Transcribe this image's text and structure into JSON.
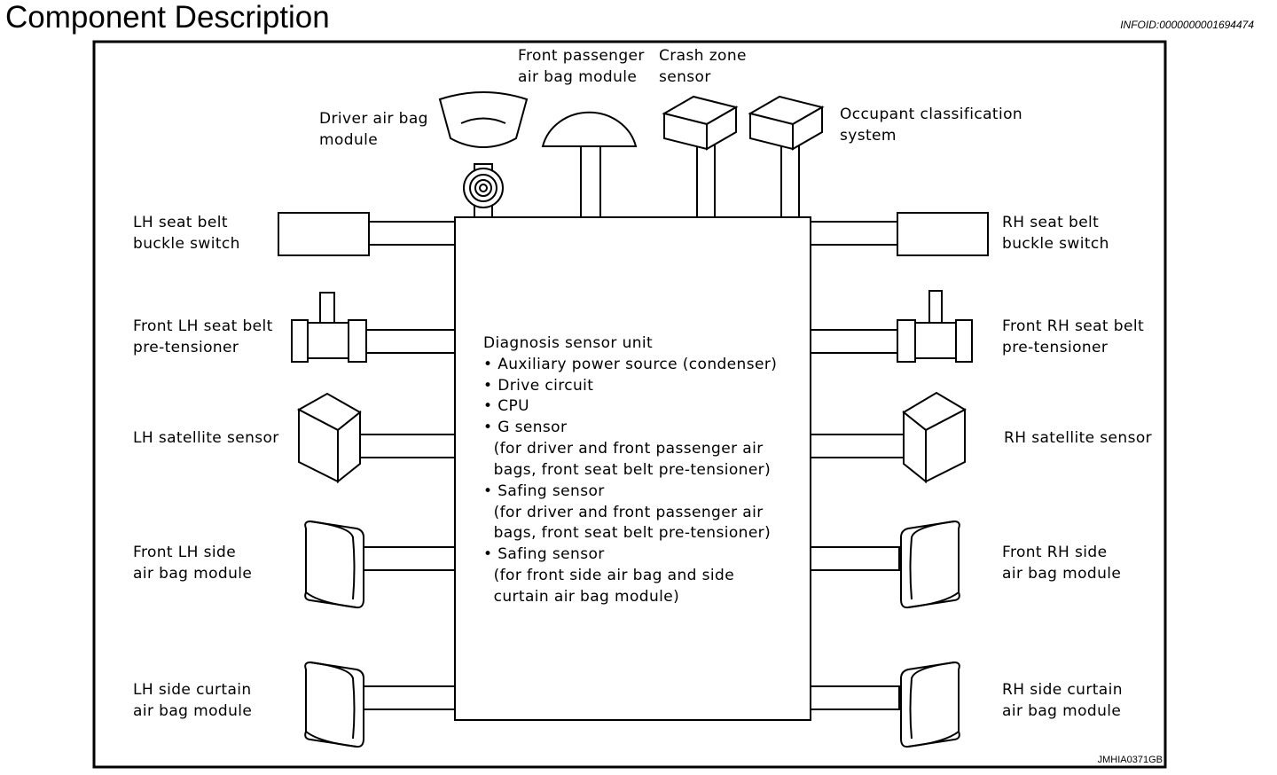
{
  "header": {
    "title": "Component Description",
    "info_id": "INFOID:0000000001694474"
  },
  "diagram": {
    "figure_code": "JMHIA0371GB",
    "center_unit": {
      "title": "Diagnosis sensor unit",
      "lines": [
        "• Auxiliary power source (condenser)",
        "• Drive circuit",
        "• CPU",
        "• G sensor",
        "  (for driver and front passenger air",
        "  bags, front seat belt pre-tensioner)",
        "• Safing sensor",
        "  (for driver and front passenger air",
        "  bags, front seat belt pre-tensioner)",
        "• Safing sensor",
        "  (for front side air bag and side",
        "  curtain air bag module)"
      ]
    },
    "components": {
      "driver_airbag": {
        "line1": "Driver air bag",
        "line2": "module"
      },
      "passenger_airbag": {
        "line1": "Front passenger",
        "line2": "air bag module"
      },
      "crash_zone": {
        "line1": "Crash zone",
        "line2": "sensor"
      },
      "occupant": {
        "line1": "Occupant classification",
        "line2": "system"
      },
      "lh_buckle": {
        "line1": "LH seat belt",
        "line2": "buckle switch"
      },
      "rh_buckle": {
        "line1": "RH seat belt",
        "line2": "buckle switch"
      },
      "lh_pretensioner": {
        "line1": "Front LH seat belt",
        "line2": "pre-tensioner"
      },
      "rh_pretensioner": {
        "line1": "Front RH seat belt",
        "line2": "pre-tensioner"
      },
      "lh_satellite": {
        "line1": "LH satellite sensor"
      },
      "rh_satellite": {
        "line1": "RH satellite sensor"
      },
      "lh_side_airbag": {
        "line1": "Front LH side",
        "line2": "air bag module"
      },
      "rh_side_airbag": {
        "line1": "Front RH side",
        "line2": "air bag module"
      },
      "lh_curtain": {
        "line1": "LH side curtain",
        "line2": "air bag module"
      },
      "rh_curtain": {
        "line1": "RH side curtain",
        "line2": "air bag module"
      }
    }
  }
}
